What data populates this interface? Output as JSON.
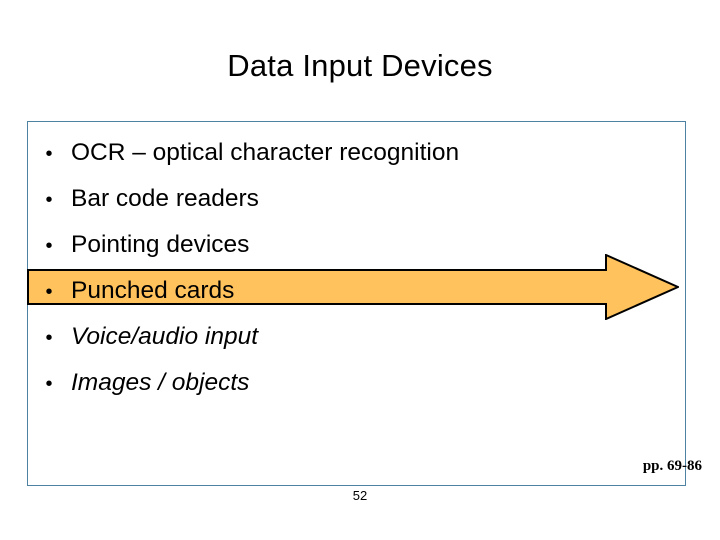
{
  "slide": {
    "title": "Data Input Devices",
    "bullets": [
      {
        "marker": "•",
        "text": "OCR – optical character recognition",
        "italic": false
      },
      {
        "marker": "•",
        "text": "Bar code readers",
        "italic": false
      },
      {
        "marker": "•",
        "text": "Pointing devices",
        "italic": false
      },
      {
        "marker": "•",
        "text": "Punched cards",
        "italic": false
      },
      {
        "marker": "•",
        "text": "Voice/audio input",
        "italic": true
      },
      {
        "marker": "•",
        "text": "Images / objects",
        "italic": true
      }
    ],
    "page_reference": "pp. 69-86",
    "slide_number": "52",
    "colors": {
      "arrow_fill": "#ffc25c",
      "arrow_stroke": "#000000",
      "box_border": "#4f81a3",
      "text": "#000000",
      "background": "#ffffff"
    }
  }
}
